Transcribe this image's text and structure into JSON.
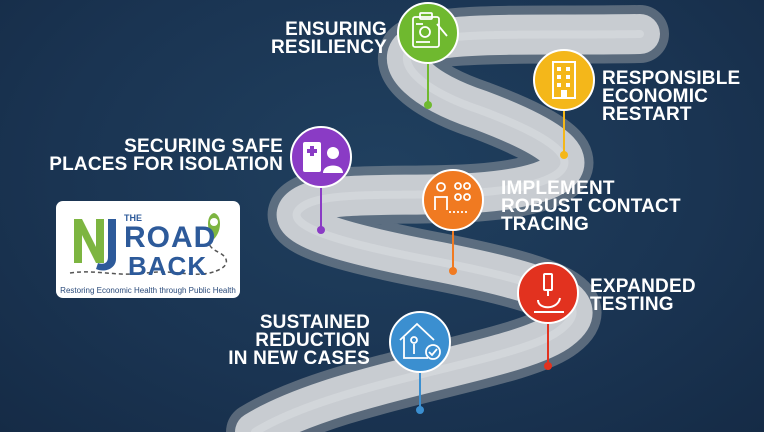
{
  "milestones": [
    {
      "label": "ENSURING\nRESILIENCY",
      "color": "#6fb92f",
      "icon": "clipboard-gear-icon"
    },
    {
      "label": "RESPONSIBLE\nECONOMIC\nRESTART",
      "color": "#f4b71a",
      "icon": "office-building-icon"
    },
    {
      "label": "SECURING SAFE\nPLACES FOR ISOLATION",
      "color": "#8a3bc5",
      "icon": "hospital-person-icon"
    },
    {
      "label": "IMPLEMENT\nROBUST CONTACT\nTRACING",
      "color": "#f07a21",
      "icon": "people-network-icon"
    },
    {
      "label": "EXPANDED\nTESTING",
      "color": "#e2321f",
      "icon": "microscope-icon"
    },
    {
      "label": "SUSTAINED\nREDUCTION\nIN NEW CASES",
      "color": "#3b8fd0",
      "icon": "house-person-check-icon"
    }
  ],
  "logo": {
    "nj": "NJ",
    "the": "THE",
    "road": "ROAD",
    "back": "BACK",
    "tagline": "Restoring Economic Health through Public Health",
    "icon": "map-pin-icon"
  }
}
